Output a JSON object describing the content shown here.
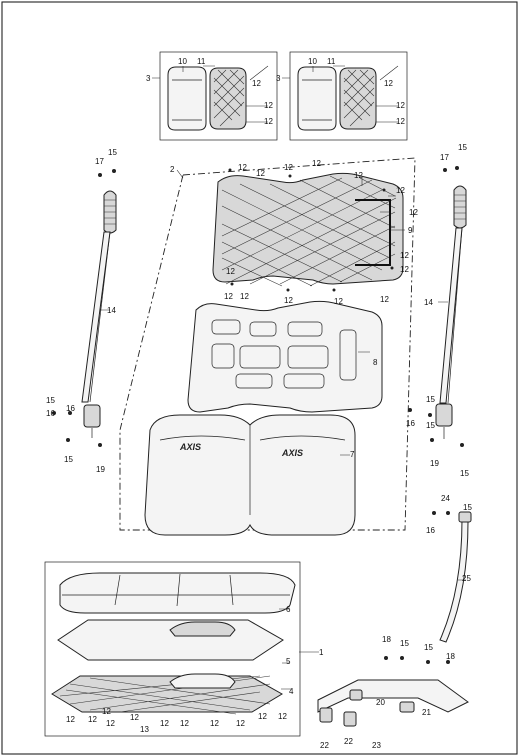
{
  "diagram": {
    "brand_mark": "AXIS",
    "part_numbers": {
      "p1": "1",
      "p2": "2",
      "p3": "3",
      "p4": "4",
      "p5": "5",
      "p6": "6",
      "p7": "7",
      "p8": "8",
      "p9": "9",
      "p10": "10",
      "p11": "11",
      "p12": "12",
      "p13": "13",
      "p14": "14",
      "p15": "15",
      "p16": "16",
      "p17": "17",
      "p18": "18",
      "p19": "19",
      "p20": "20",
      "p21": "21",
      "p22": "22",
      "p23": "23",
      "p24": "24",
      "p25": "25"
    }
  }
}
